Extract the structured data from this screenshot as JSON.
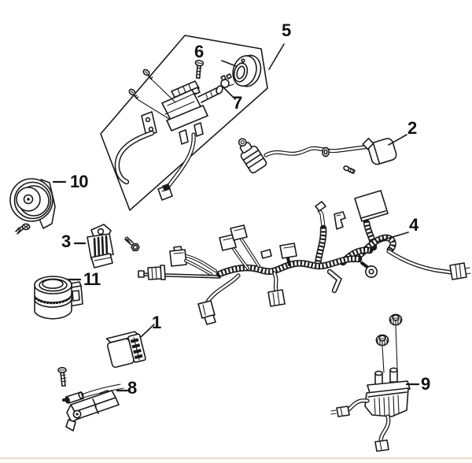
{
  "diagram": {
    "callouts": [
      {
        "label": "1"
      },
      {
        "label": "2"
      },
      {
        "label": "3"
      },
      {
        "label": "4"
      },
      {
        "label": "5"
      },
      {
        "label": "6"
      },
      {
        "label": "7"
      },
      {
        "label": "8"
      },
      {
        "label": "9"
      },
      {
        "label": "10"
      },
      {
        "label": "11"
      }
    ],
    "colors": {
      "line": "#1a1a1a",
      "background": "#ffffff",
      "divider": "#f6d8c2"
    }
  }
}
